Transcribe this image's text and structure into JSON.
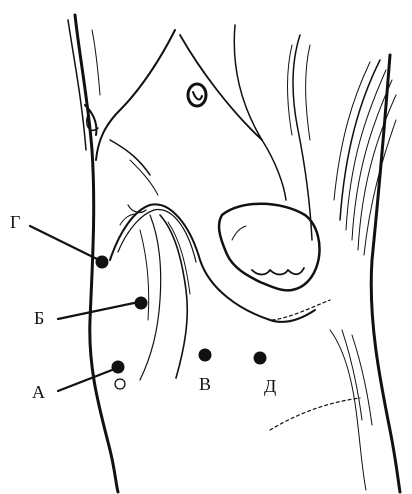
{
  "figure": {
    "ink_color": "#111111",
    "background_color": "#ffffff",
    "points": [
      {
        "id": "G",
        "label": "Г"
      },
      {
        "id": "B",
        "label": "Б"
      },
      {
        "id": "A",
        "label": "А"
      },
      {
        "id": "V",
        "label": "В"
      },
      {
        "id": "D",
        "label": "Д"
      }
    ]
  }
}
